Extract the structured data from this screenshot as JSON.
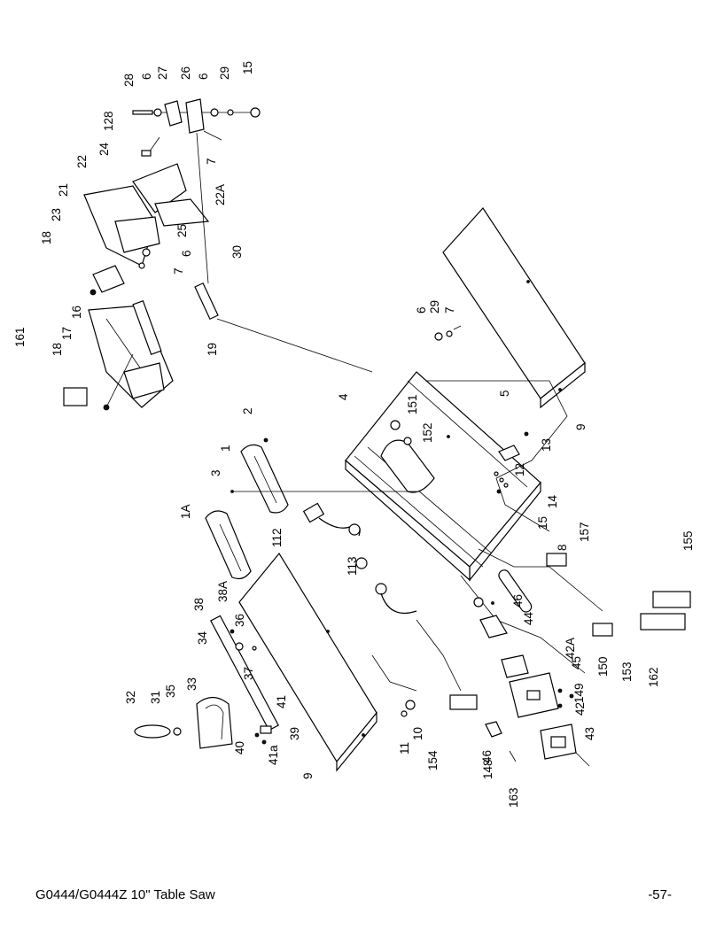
{
  "footer": {
    "model_title": "G0444/G0444Z 10\" Table Saw",
    "page_number": "-57-"
  },
  "callouts": {
    "c28": "28",
    "c6a": "6",
    "c27": "27",
    "c26": "26",
    "c6b": "6",
    "c29a": "29",
    "c15a": "15",
    "c128": "128",
    "c7a": "7",
    "c22": "22",
    "c24": "24",
    "c21": "21",
    "c22A": "22A",
    "c23": "23",
    "c25": "25",
    "c18a": "18",
    "c6c": "6",
    "c7b": "7",
    "c30": "30",
    "c16": "16",
    "c19": "19",
    "c161": "161",
    "c18b": "18",
    "c17": "17",
    "c6d": "6",
    "c29b": "29",
    "c7c": "7",
    "c2": "2",
    "c4": "4",
    "c151": "151",
    "c152": "152",
    "c5": "5",
    "c9a": "9",
    "c13": "13",
    "c12": "12",
    "c1": "1",
    "c3": "3",
    "c14": "14",
    "c15b": "15",
    "c1A": "1A",
    "c112": "112",
    "c157": "157",
    "c8": "8",
    "c155": "155",
    "c113": "113",
    "c46a": "46",
    "c44": "44",
    "c38A": "38A",
    "c38": "38",
    "c36": "36",
    "c34": "34",
    "c37": "37",
    "c42A": "42A",
    "c45": "45",
    "c150": "150",
    "c153": "153",
    "c162": "162",
    "c149": "149",
    "c32": "32",
    "c31": "31",
    "c35": "35",
    "c33": "33",
    "c41": "41",
    "c39": "39",
    "c40": "40",
    "c41a": "41a",
    "c11": "11",
    "c10": "10",
    "c42": "42",
    "c43": "43",
    "c154": "154",
    "c46b": "46",
    "c148": "148",
    "c163": "163",
    "c9b": "9"
  }
}
